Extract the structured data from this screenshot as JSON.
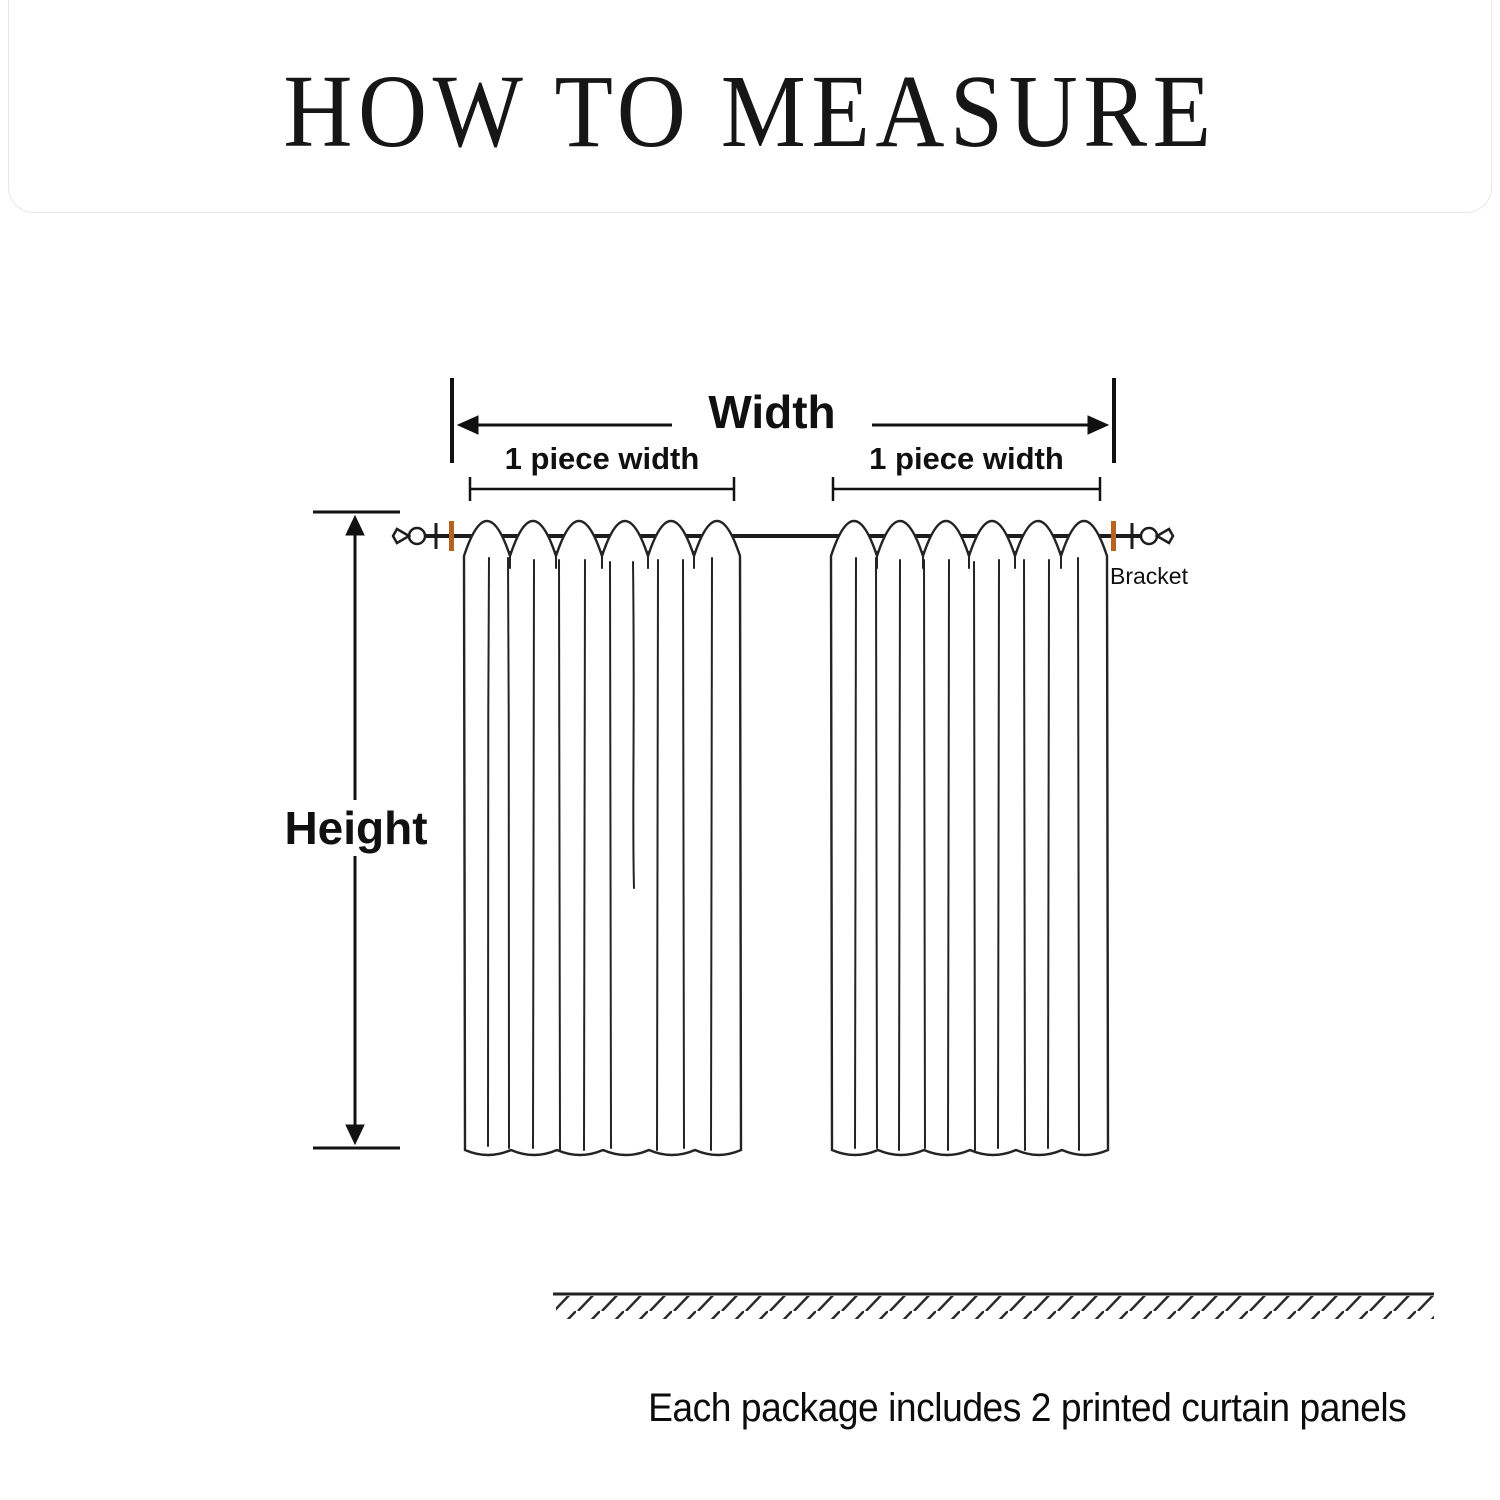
{
  "title": "HOW TO MEASURE",
  "diagram": {
    "width_label": "Width",
    "piece_width_left": "1 piece width",
    "piece_width_right": "1 piece width",
    "height_label": "Height",
    "bracket_label": "Bracket"
  },
  "footer_note": "Each package includes 2 printed curtain panels",
  "colors": {
    "line": "#1d1d1d",
    "bracket_marker": "#b5651d",
    "background": "#ffffff"
  }
}
